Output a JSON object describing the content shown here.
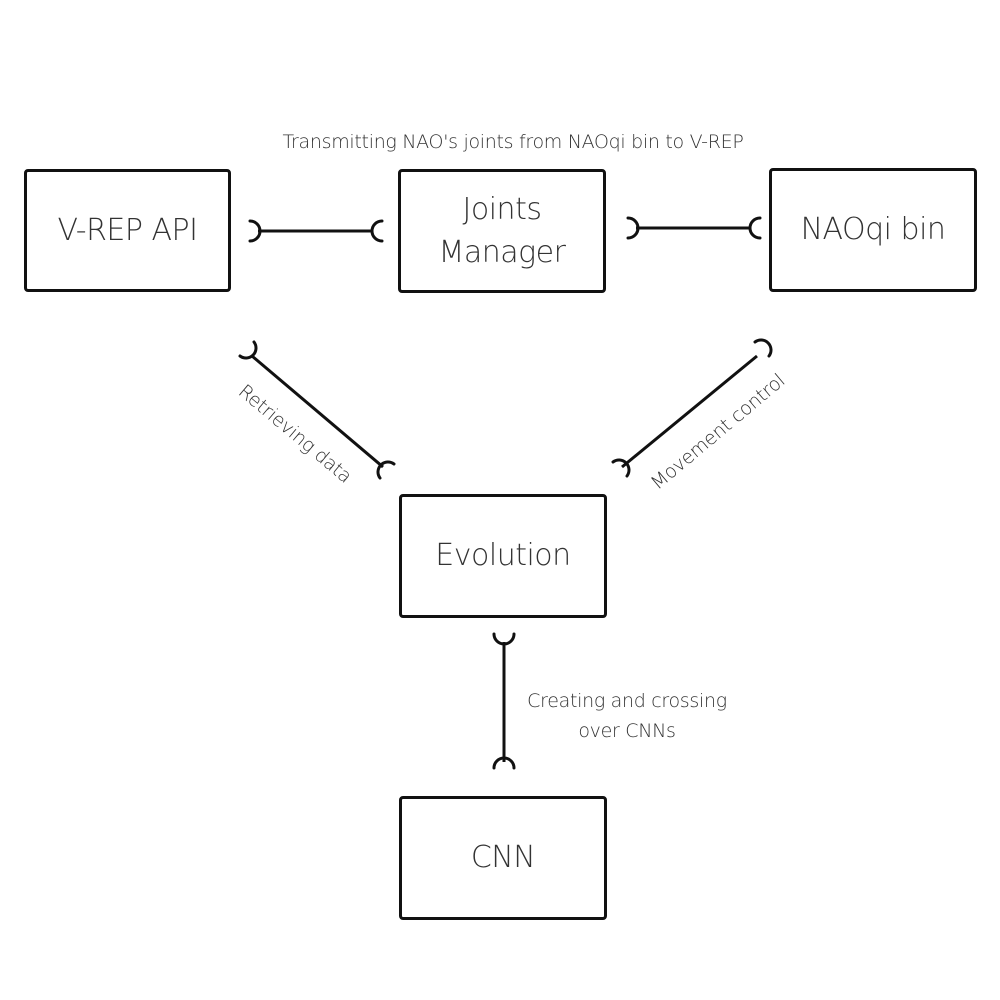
{
  "nodes": {
    "vrep_api": "V-REP API",
    "joints_manager": "Joints\nManager",
    "naoqi_bin": "NAOqi bin",
    "evolution": "Evolution",
    "cnn": "CNN"
  },
  "edges": {
    "joints_manager_naoqi": "Transmitting NAO's joints from NAOqi bin to V-REP",
    "vrep_evolution": "Retrieving data",
    "naoqi_evolution": "Movement control",
    "evolution_cnn_line1": "Creating and crossing",
    "evolution_cnn_line2": "over CNNs"
  },
  "colors": {
    "stroke": "#111111",
    "text": "#333333",
    "background": "#ffffff"
  }
}
